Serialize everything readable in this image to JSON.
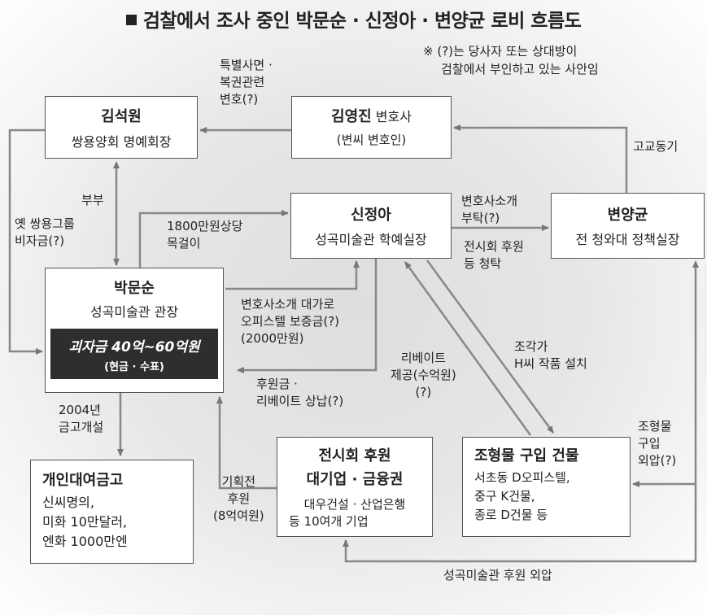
{
  "title": "검찰에서 조사 중인 박문순 · 신정아 · 변양균 로비 흐름도",
  "note": [
    "※ (?)는 당사자 또는 상대방이",
    "검찰에서 부인하고 있는 사안임"
  ],
  "nodes": {
    "kim_seokwon": {
      "name": "김석원",
      "sub": "쌍용양회 명예회장"
    },
    "kim_youngjin": {
      "name": "김영진",
      "role": "변호사",
      "sub": "(변씨 변호인)"
    },
    "shin_jeonga": {
      "name": "신정아",
      "sub": "성곡미술관 학예실장"
    },
    "byun_yanggyun": {
      "name": "변양균",
      "sub": "전 청와대 정책실장"
    },
    "park_munsun": {
      "name": "박문순",
      "sub": "성곡미술관 관장",
      "highlight": "괴자금 40억~60억원",
      "highlight_sub": "(현금 · 수표)"
    },
    "safe": {
      "name": "개인대여금고",
      "lines": [
        "신씨명의,",
        "미화 10만달러,",
        "엔화 1000만엔"
      ]
    },
    "sponsors": {
      "name1": "전시회 후원",
      "name2": "대기업 · 금융권",
      "lines": [
        "대우건설 · 산업은행",
        "등 10여개 기업"
      ]
    },
    "sculpture": {
      "name": "조형물 구입 건물",
      "lines": [
        "서초동 D오피스텔,",
        "중구 K건물,",
        "종로 D건물  등"
      ]
    }
  },
  "edges": {
    "pardon": [
      "특별사면 ·",
      "복권관련",
      "변호(?)"
    ],
    "classmate": "고교동기",
    "couple": "부부",
    "slush": [
      "옛 쌍용그룹",
      "비자금(?)"
    ],
    "necklace": [
      "1800만원상당",
      "목걸이"
    ],
    "lawyer_req": [
      "변호사소개",
      "부탁(?)"
    ],
    "exhibit_req": [
      "전시회 후원",
      "등 청탁"
    ],
    "deposit": [
      "변호사소개 대가로",
      "오피스텔 보증금(?)",
      " (2000만원)"
    ],
    "repay": [
      "후원금 ·",
      "리베이트 상납(?)"
    ],
    "rebate": [
      "리베이트",
      "제공(수억원)",
      "(?)"
    ],
    "sculptor": [
      "조각가",
      "H씨 작품 설치"
    ],
    "safe_open": [
      "2004년",
      "금고개설"
    ],
    "planned": [
      "기획전",
      "후원",
      "(8억여원)"
    ],
    "sculpture_pressure": [
      "조형물",
      "구입",
      "외압(?)"
    ],
    "museum_pressure": "성곡미술관 후원 외압"
  }
}
